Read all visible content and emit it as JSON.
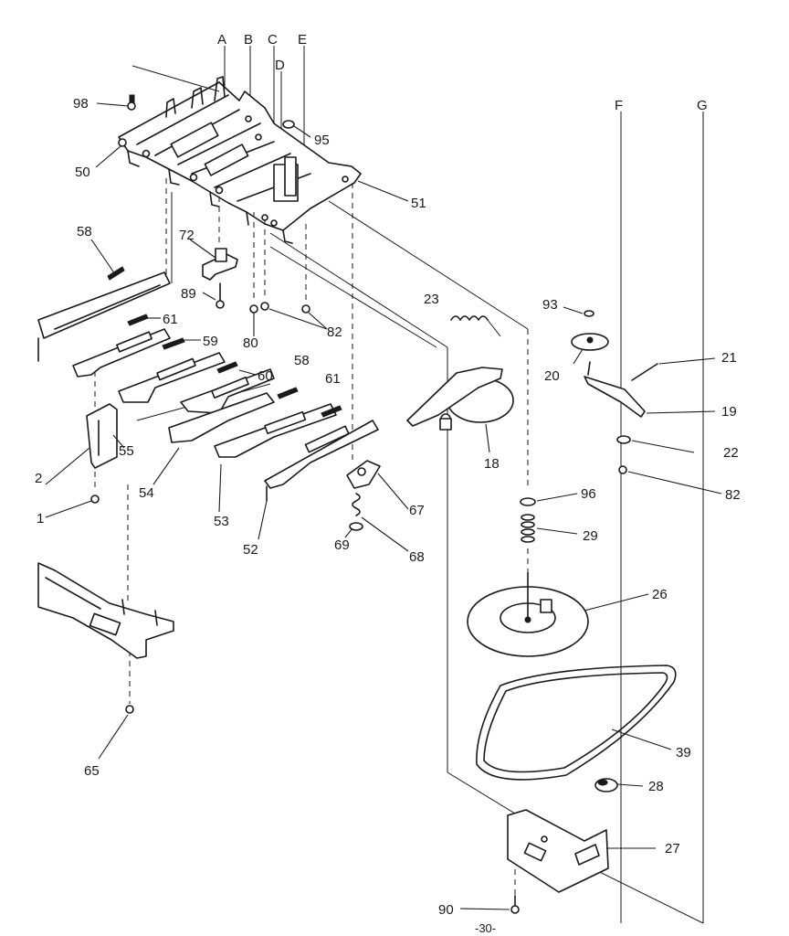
{
  "reference_letters": [
    "A",
    "B",
    "C",
    "D",
    "E",
    "F",
    "G"
  ],
  "callouts": {
    "p98": "98",
    "p50": "50",
    "p95": "95",
    "p51": "51",
    "p58a": "58",
    "p72": "72",
    "p89": "89",
    "p80": "80",
    "p82a": "82",
    "p61a": "61",
    "p59": "59",
    "p60": "60",
    "p58b": "58",
    "p61b": "61",
    "p55": "55",
    "p54": "54",
    "p53": "53",
    "p52": "52",
    "p67": "67",
    "p69": "69",
    "p68": "68",
    "p23": "23",
    "p18": "18",
    "p93": "93",
    "p20": "20",
    "p21": "21",
    "p19": "19",
    "p22": "22",
    "p82b": "82",
    "p96": "96",
    "p29": "29",
    "p26": "26",
    "p39": "39",
    "p28": "28",
    "p27": "27",
    "p90": "90",
    "p65": "65",
    "p2": "2",
    "p1": "1"
  },
  "page_number": "-30-"
}
